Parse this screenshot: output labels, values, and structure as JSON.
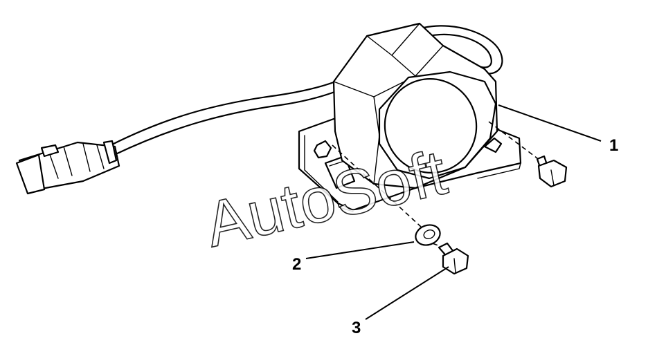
{
  "diagram": {
    "callouts": [
      {
        "label": "1",
        "part": "backup-alarm"
      },
      {
        "label": "2",
        "part": "washer"
      },
      {
        "label": "3",
        "part": "bolt"
      }
    ],
    "watermark": "AutoSoft"
  }
}
